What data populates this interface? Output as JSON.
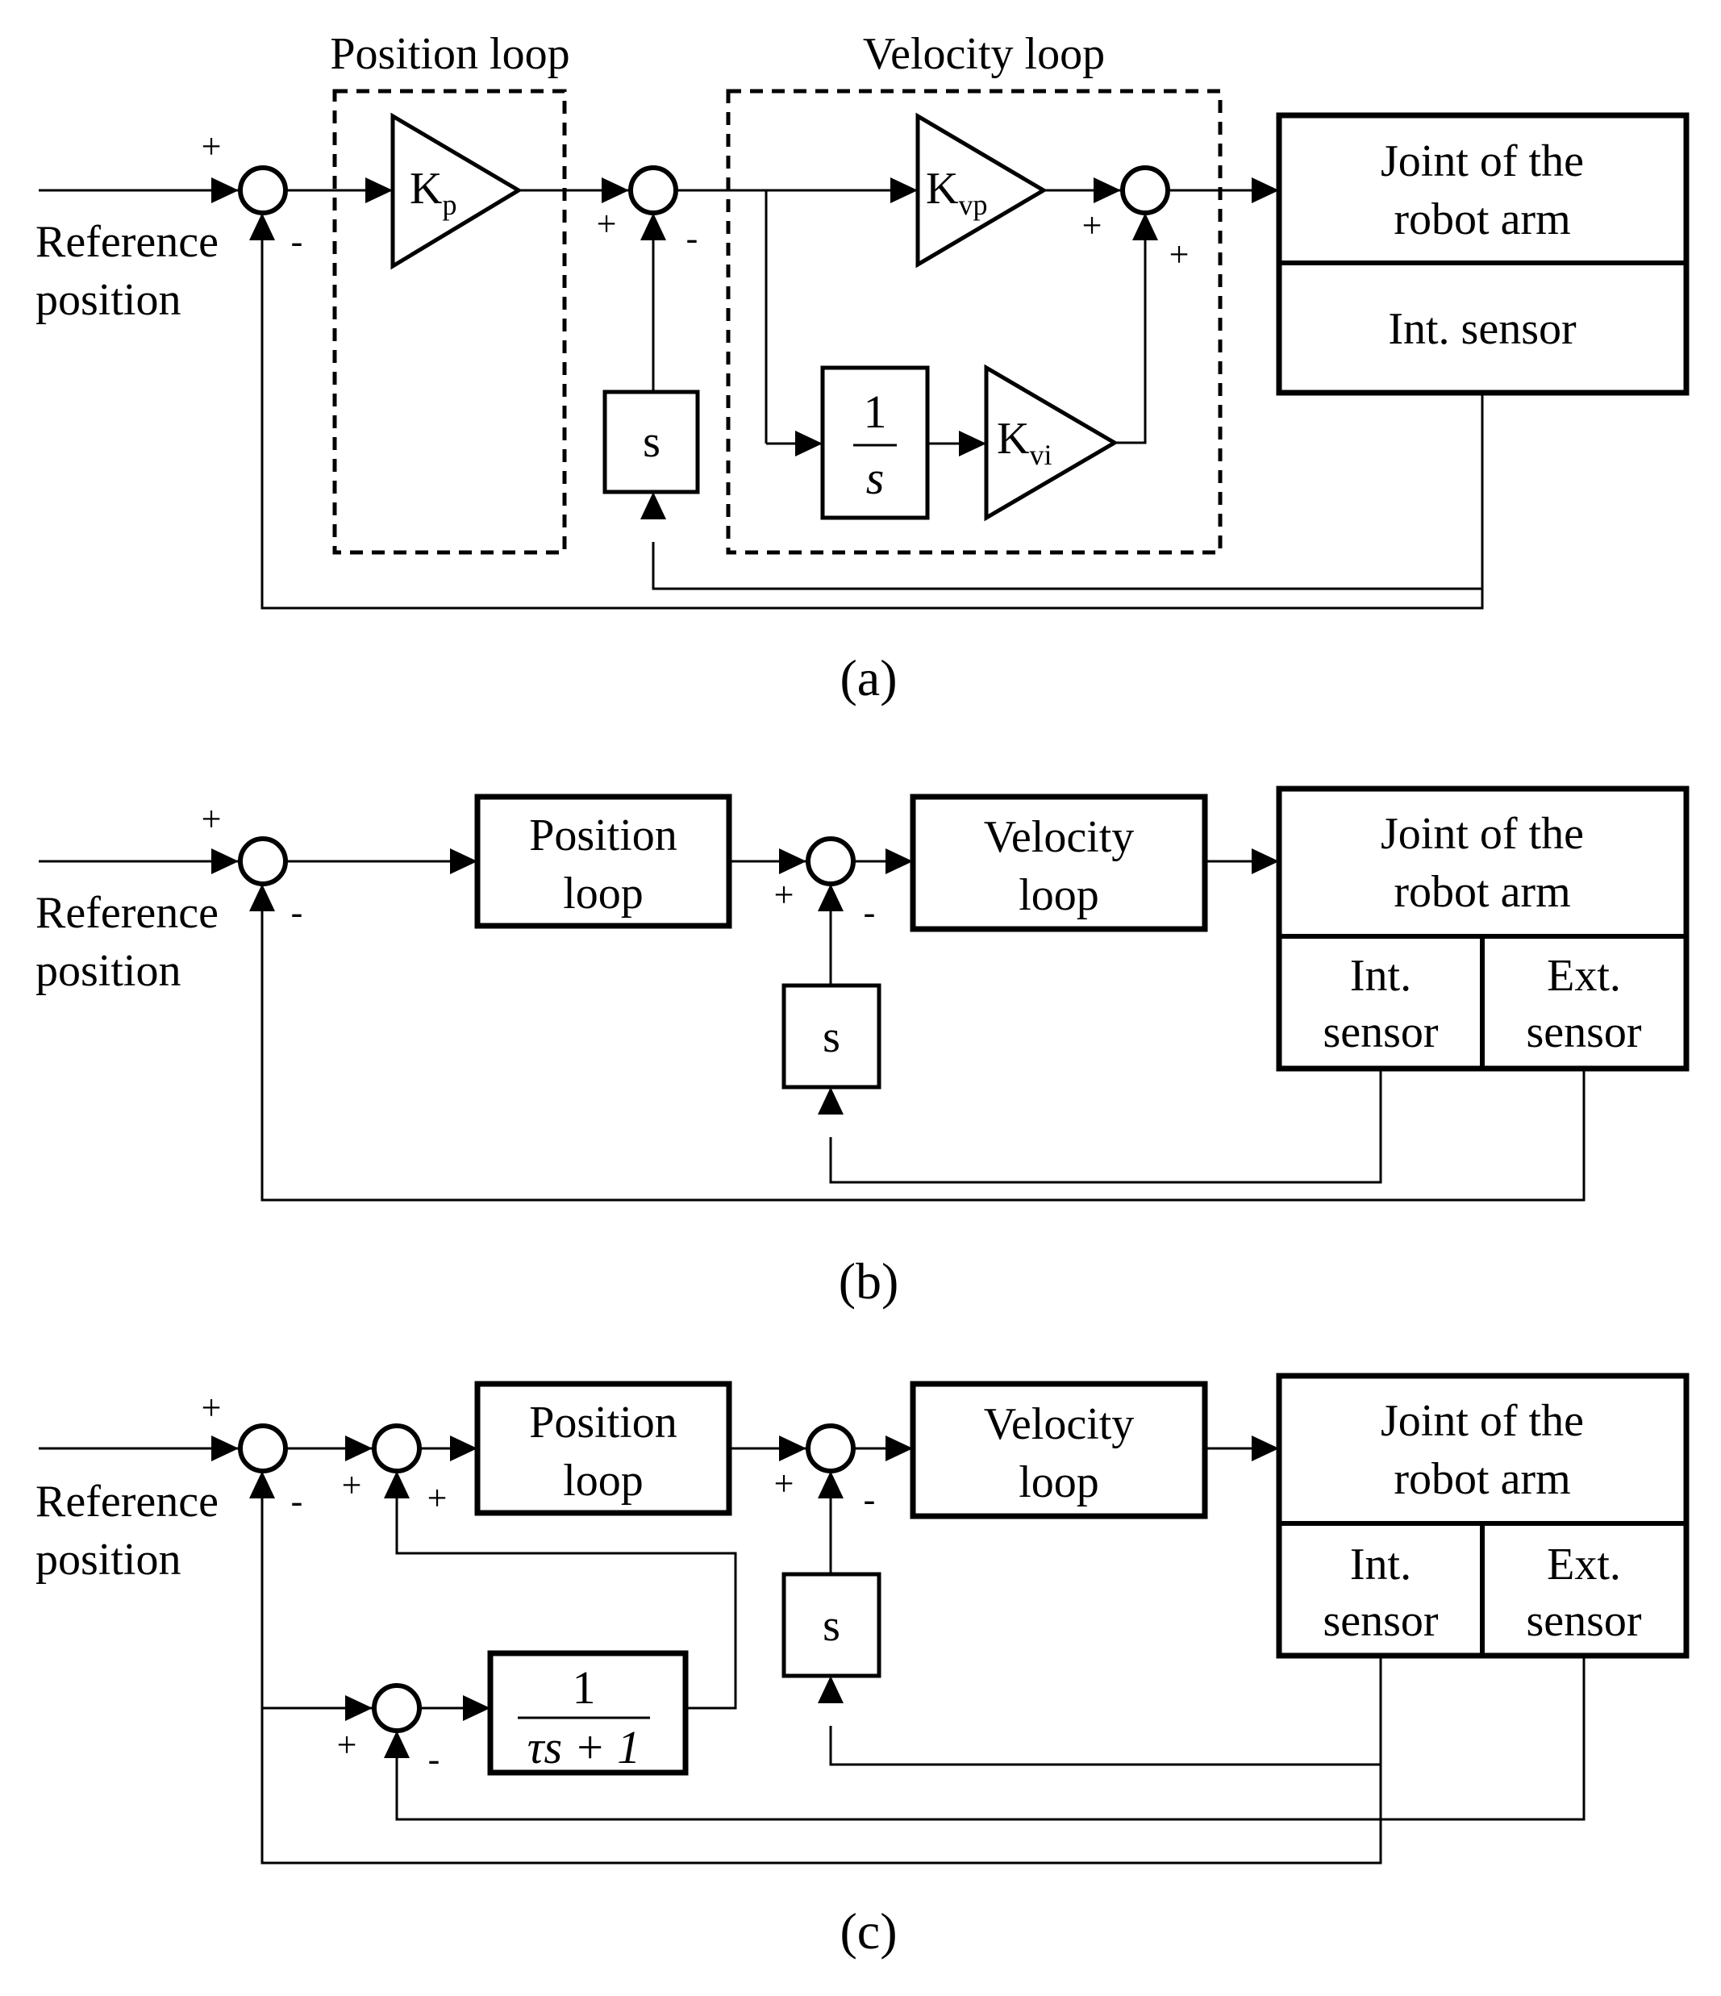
{
  "panel_a": {
    "caption": "(a)",
    "position_loop_title": "Position loop",
    "velocity_loop_title": "Velocity loop",
    "input_label_line1": "Reference",
    "input_label_line2": "position",
    "sum1_plus": "+",
    "sum1_minus": "-",
    "sum2_plus": "+",
    "sum2_minus": "-",
    "sum3_plus_left": "+",
    "sum3_plus_bottom": "+",
    "kp_main": "K",
    "kp_sub": "p",
    "kvp_main": "K",
    "kvp_sub": "vp",
    "kvi_main": "K",
    "kvi_sub": "vi",
    "integrator_num": "1",
    "integrator_den": "s",
    "derivative": "s",
    "joint_line1": "Joint of the",
    "joint_line2": "robot arm",
    "int_sensor": "Int. sensor"
  },
  "panel_b": {
    "caption": "(b)",
    "input_label_line1": "Reference",
    "input_label_line2": "position",
    "sum1_plus": "+",
    "sum1_minus": "-",
    "sum2_plus": "+",
    "sum2_minus": "-",
    "position_loop_line1": "Position",
    "position_loop_line2": "loop",
    "velocity_loop_line1": "Velocity",
    "velocity_loop_line2": "loop",
    "derivative": "s",
    "joint_line1": "Joint of the",
    "joint_line2": "robot arm",
    "int_sensor_line1": "Int.",
    "int_sensor_line2": "sensor",
    "ext_sensor_line1": "Ext.",
    "ext_sensor_line2": "sensor"
  },
  "panel_c": {
    "caption": "(c)",
    "input_label_line1": "Reference",
    "input_label_line2": "position",
    "sum1_plus": "+",
    "sum1_minus": "-",
    "sum2_plus_left": "+",
    "sum2_plus_bottom": "+",
    "sum3_plus": "+",
    "sum3_minus": "-",
    "sum4_plus": "+",
    "sum4_minus": "-",
    "position_loop_line1": "Position",
    "position_loop_line2": "loop",
    "velocity_loop_line1": "Velocity",
    "velocity_loop_line2": "loop",
    "derivative": "s",
    "filter_num": "1",
    "filter_den": "τs + 1",
    "joint_line1": "Joint of the",
    "joint_line2": "robot arm",
    "int_sensor_line1": "Int.",
    "int_sensor_line2": "sensor",
    "ext_sensor_line1": "Ext.",
    "ext_sensor_line2": "sensor"
  }
}
